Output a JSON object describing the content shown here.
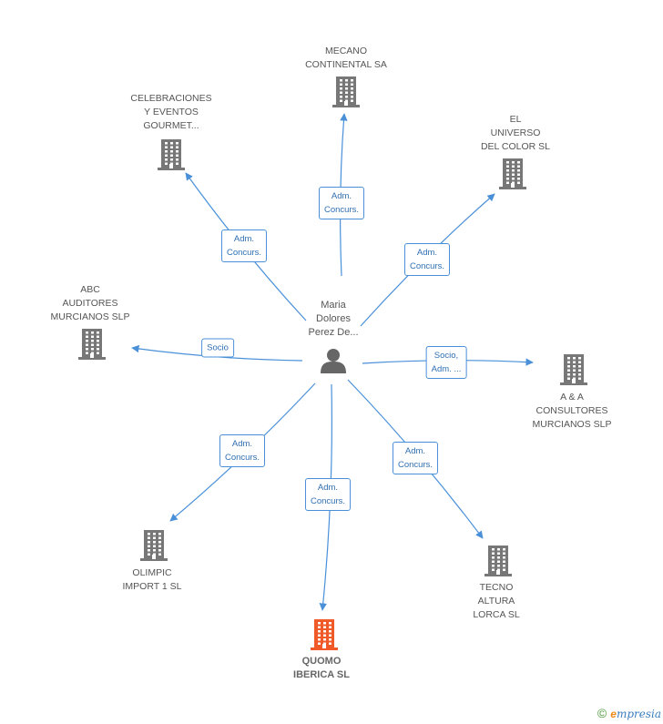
{
  "center": {
    "label": "Maria\nDolores\nPerez De..."
  },
  "nodes": [
    {
      "id": "mecano",
      "label": "MECANO\nCONTINENTAL SA",
      "color": "#777777"
    },
    {
      "id": "celebraciones",
      "label": "CELEBRACIONES\nY EVENTOS\nGOURMET...",
      "color": "#777777"
    },
    {
      "id": "universo",
      "label": "EL\nUNIVERSO\nDEL COLOR SL",
      "color": "#777777"
    },
    {
      "id": "abc",
      "label": "ABC\nAUDITORES\nMURCIANOS SLP",
      "color": "#777777"
    },
    {
      "id": "aa",
      "label": "A & A\nCONSULTORES\nMURCIANOS SLP",
      "color": "#777777"
    },
    {
      "id": "olimpic",
      "label": "OLIMPIC\nIMPORT 1 SL",
      "color": "#777777"
    },
    {
      "id": "quomo",
      "label": "QUOMO\nIBERICA SL",
      "color": "#f05a28",
      "main": true
    },
    {
      "id": "tecno",
      "label": "TECNO\nALTURA\nLORCA SL",
      "color": "#777777"
    }
  ],
  "edges": [
    {
      "to": "mecano",
      "label": "Adm.\nConcurs."
    },
    {
      "to": "celebraciones",
      "label": "Adm.\nConcurs."
    },
    {
      "to": "universo",
      "label": "Adm.\nConcurs."
    },
    {
      "to": "abc",
      "label": "Socio"
    },
    {
      "to": "aa",
      "label": "Socio,\nAdm. ..."
    },
    {
      "to": "olimpic",
      "label": "Adm.\nConcurs."
    },
    {
      "to": "quomo",
      "label": "Adm.\nConcurs."
    },
    {
      "to": "tecno",
      "label": "Adm.\nConcurs."
    }
  ],
  "colors": {
    "edge": "#4a90d9",
    "person_icon": "#666666",
    "building": "#777777",
    "main_building": "#f05a28"
  },
  "footer": {
    "copyright": "©",
    "brand_initial": "e",
    "brand_rest": "mpresia"
  }
}
